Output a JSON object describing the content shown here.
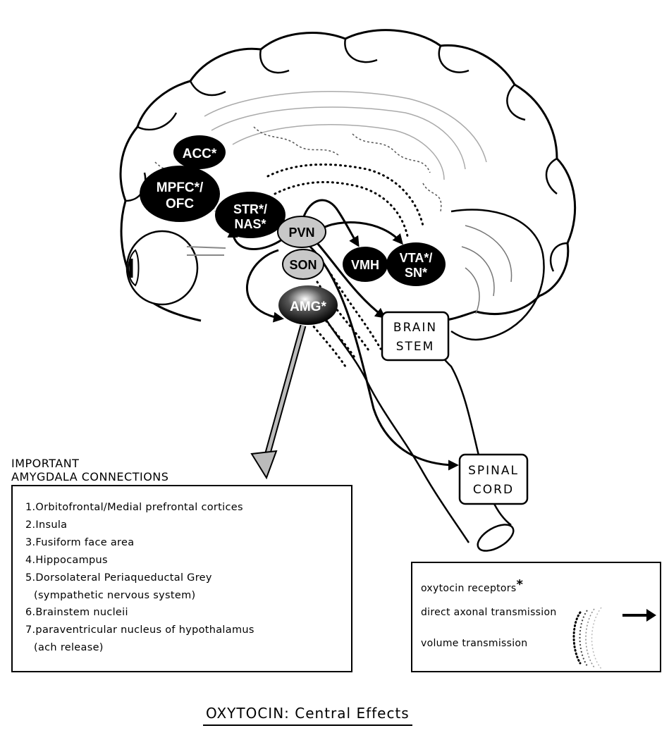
{
  "regions": {
    "acc": "ACC*",
    "mpfc_line1": "MPFC*/",
    "mpfc_line2": "OFC",
    "str_line1": "STR*/",
    "str_line2": "NAS*",
    "pvn": "PVN",
    "son": "SON",
    "vmh": "VMH",
    "vta_line1": "VTA*/",
    "vta_line2": "SN*",
    "amg": "AMG*"
  },
  "boxes": {
    "brain_stem_line1": "BRAIN",
    "brain_stem_line2": "STEM",
    "spinal_cord_line1": "SPINAL",
    "spinal_cord_line2": "CORD"
  },
  "connections": {
    "heading_line1": "IMPORTANT",
    "heading_line2": "AMYGDALA CONNECTIONS",
    "items": [
      "1.Orbitofrontal/Medial prefrontal cortices",
      "2.Insula",
      "3.Fusiform face area",
      "4.Hippocampus",
      "5.Dorsolateral Periaqueductal Grey",
      "(sympathetic nervous system)",
      "6.Brainstem nucleii",
      "7.paraventricular nucleus of hypothalamus",
      "(ach release)"
    ]
  },
  "legend": {
    "receptors": "oxytocin receptors",
    "receptors_mark": "*",
    "direct": "direct axonal transmission",
    "volume": "volume transmission"
  },
  "figure_title": "OXYTOCIN: Central Effects"
}
